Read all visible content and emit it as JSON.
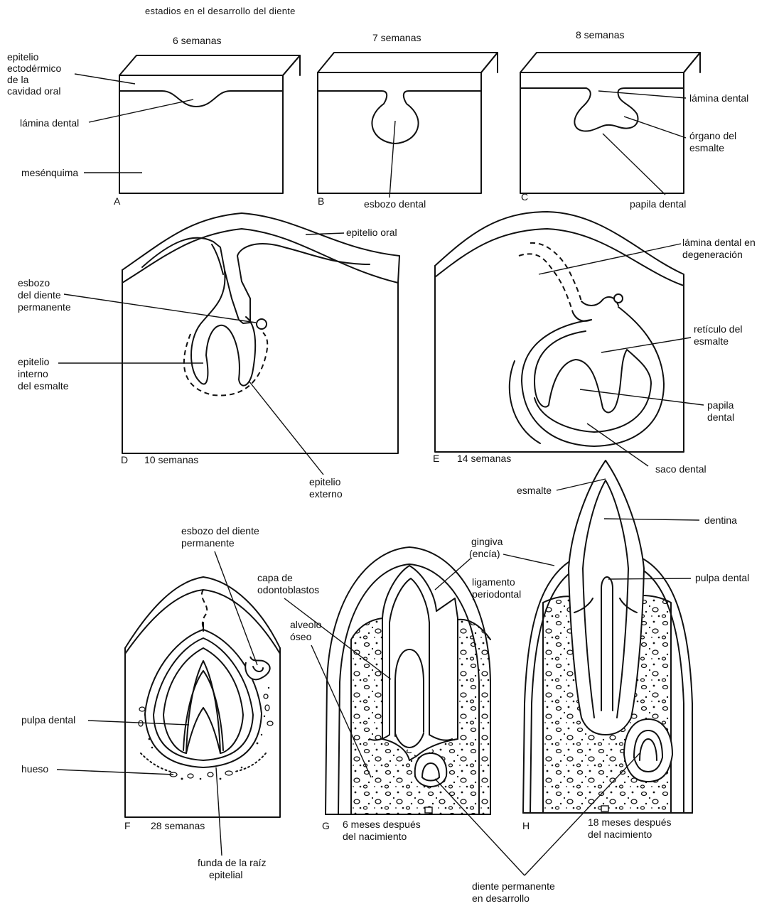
{
  "title": "estadios en el desarrollo del diente",
  "panels": {
    "A": {
      "letter": "A",
      "stage": "6 semanas"
    },
    "B": {
      "letter": "B",
      "stage": "7 semanas"
    },
    "C": {
      "letter": "C",
      "stage": "8 semanas"
    },
    "D": {
      "letter": "D",
      "stage": "10 semanas"
    },
    "E": {
      "letter": "E",
      "stage": "14 semanas"
    },
    "F": {
      "letter": "F",
      "stage": "28 semanas"
    },
    "G": {
      "letter": "G",
      "stage_line1": "6 meses después",
      "stage_line2": "del nacimiento"
    },
    "H": {
      "letter": "H",
      "stage_line1": "18 meses después",
      "stage_line2": "del nacimiento"
    }
  },
  "labels": {
    "epitelio_ectodermico": [
      "epitelio",
      "ectodérmico",
      "de la",
      "cavidad oral"
    ],
    "lamina_dental_a": "lámina dental",
    "mesenquima": "mesénquima",
    "esbozo_dental": "esbozo dental",
    "lamina_dental_c": "lámina dental",
    "organo_esmalte": [
      "órgano del",
      "esmalte"
    ],
    "papila_dental_c": "papila dental",
    "epitelio_oral": "epitelio oral",
    "esbozo_permanente_d": [
      "esbozo",
      "del diente",
      "permanente"
    ],
    "epitelio_interno": [
      "epitelio",
      "interno",
      "del esmalte"
    ],
    "epitelio_externo": [
      "epitelio",
      "externo"
    ],
    "lamina_degeneracion": [
      "lámina dental en",
      "degeneración"
    ],
    "reticulo": [
      "retículo del",
      "esmalte"
    ],
    "papila_dental_e": [
      "papila",
      "dental"
    ],
    "saco_dental": "saco dental",
    "esbozo_permanente_f": [
      "esbozo del diente",
      "permanente"
    ],
    "capa_odontoblastos": [
      "capa de",
      "odontoblastos"
    ],
    "alveolo": [
      "alveolo",
      "óseo"
    ],
    "pulpa_dental_f": "pulpa dental",
    "hueso": "hueso",
    "funda_raiz": [
      "funda de la raíz",
      "epitelial"
    ],
    "esmalte": "esmalte",
    "dentina": "dentina",
    "gingiva": [
      "gingiva",
      "(encía)"
    ],
    "ligamento": [
      "ligamento",
      "periodontal"
    ],
    "pulpa_dental_h": "pulpa dental",
    "diente_permanente": [
      "diente permanente",
      "en desarrollo"
    ]
  }
}
